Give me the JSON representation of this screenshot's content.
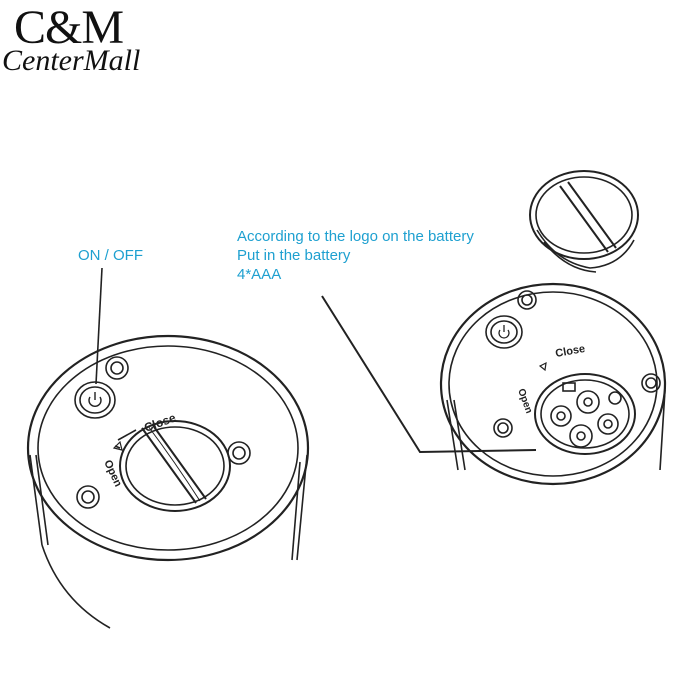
{
  "brand": {
    "logo_line1": "C&M",
    "logo_line2": "CenterMall"
  },
  "callouts": {
    "power_label": "ON / OFF",
    "battery_line1": "According to the logo on the battery",
    "battery_line2": "Put in the battery",
    "battery_line3": "4*AAA"
  },
  "cap_markings": {
    "close": "Close",
    "open": "Open"
  },
  "colors": {
    "callout_text": "#1ea0d0",
    "line_art": "#222222"
  },
  "icons": [
    "power-icon",
    "arrow-icon",
    "battery-icon"
  ]
}
